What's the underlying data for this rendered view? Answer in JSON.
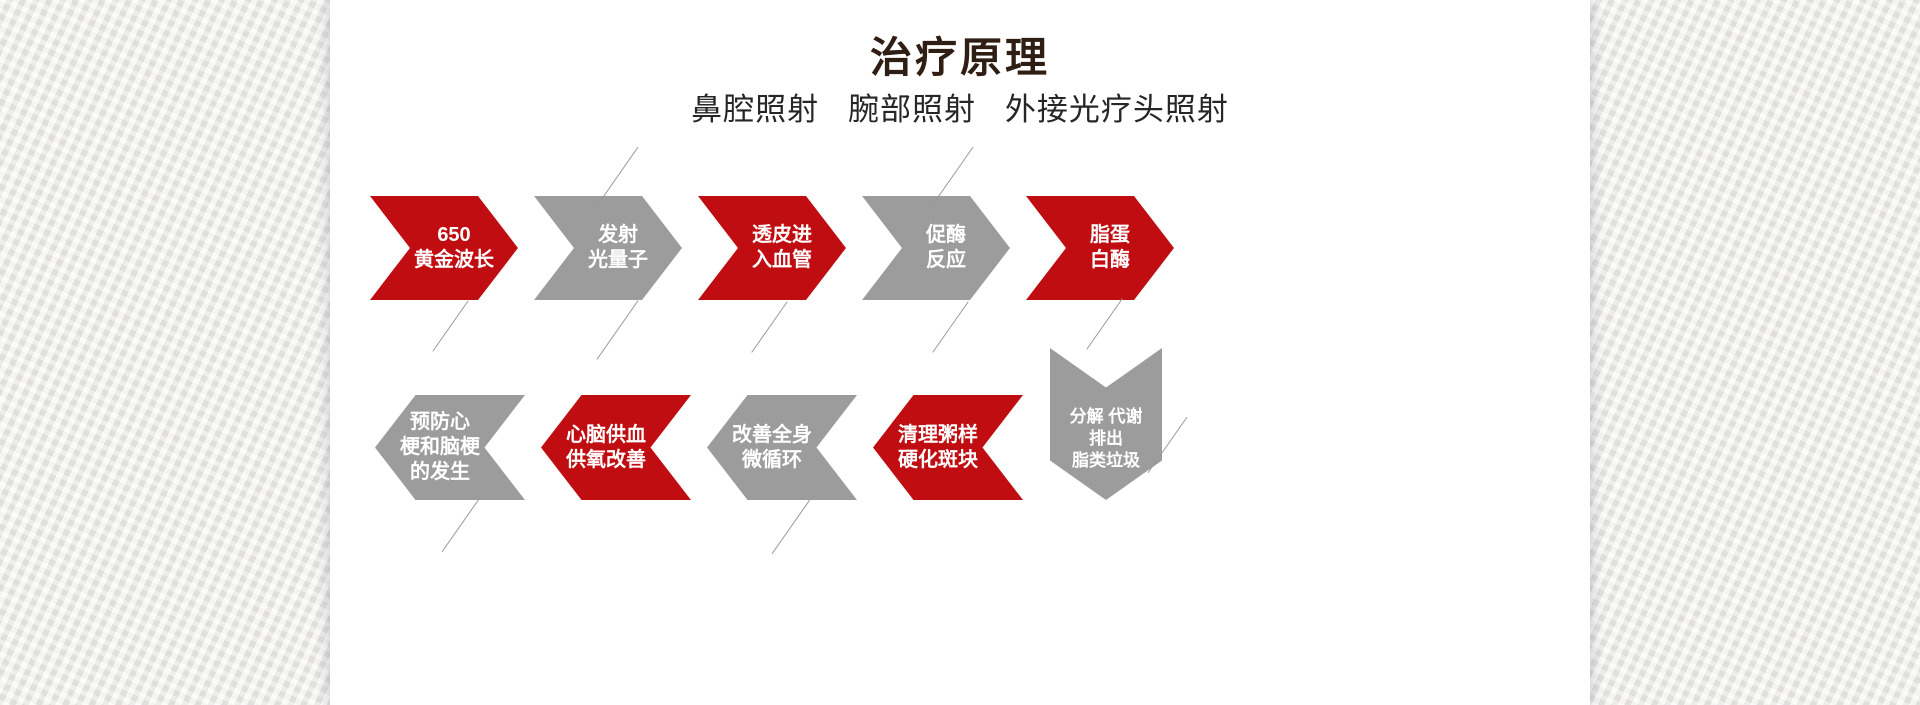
{
  "header": {
    "title": "治疗原理",
    "subtitle": "鼻腔照射   腕部照射   外接光疗头照射"
  },
  "flow": {
    "top": [
      {
        "label": "650\n黄金波长",
        "color": "red"
      },
      {
        "label": "发射\n光量子",
        "color": "gray"
      },
      {
        "label": "透皮进\n入血管",
        "color": "red"
      },
      {
        "label": "促酶\n反应",
        "color": "gray"
      },
      {
        "label": "脂蛋\n白酶",
        "color": "red"
      }
    ],
    "down": {
      "label": "分解 代谢\n排出\n脂类垃圾",
      "color": "gray"
    },
    "bottom": [
      {
        "label": "预防心\n梗和脑梗\n的发生",
        "color": "gray"
      },
      {
        "label": "心脑供血\n供氧改善",
        "color": "red"
      },
      {
        "label": "改善全身\n微循环",
        "color": "gray"
      },
      {
        "label": "清理粥样\n硬化斑块",
        "color": "red"
      }
    ]
  },
  "theme": {
    "accent-red": "#c00d12",
    "step-gray": "#9c9c9c",
    "title-color": "#2f1e14",
    "subtitle-color": "#262626",
    "line-color": "#999999"
  }
}
